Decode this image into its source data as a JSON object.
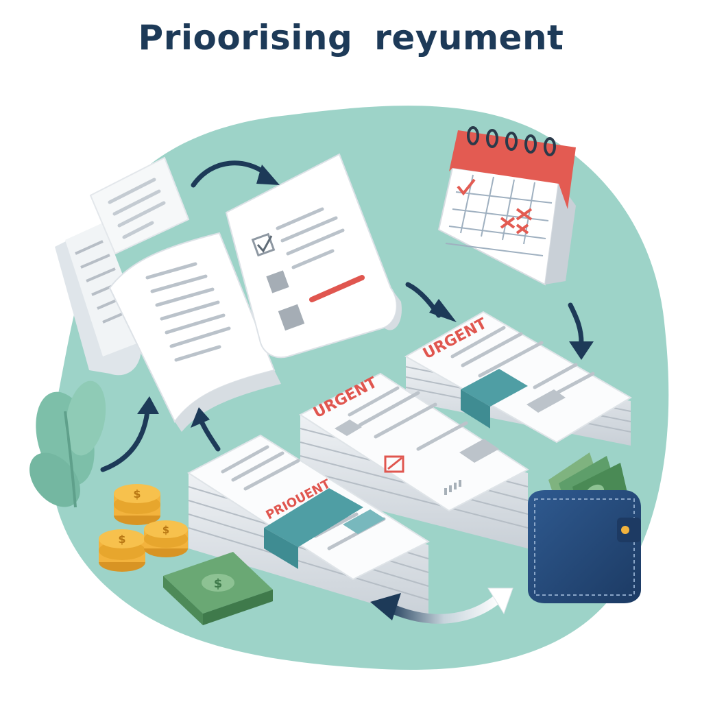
{
  "title": "Prioorising reyument",
  "labels": {
    "stack_back": "URGENT",
    "stack_middle": "URGENT",
    "stack_front": "PRIOUENT"
  },
  "icons": [
    "document-icon",
    "receipt-icon",
    "checklist-icon",
    "calendar-icon",
    "arrow-icon",
    "coins-icon",
    "cash-icon",
    "wallet-icon",
    "plant-icon"
  ],
  "colors": {
    "title": "#1d3a58",
    "blob": "#9dd3c8",
    "blob_shadow": "#8cc6bb",
    "arrow": "#1d3a58",
    "stamp_red": "#e0564f",
    "band_teal": "#4f9ea4",
    "calendar_red": "#e35b52",
    "coin_gold": "#f3b33d",
    "cash_green": "#5e9e6a",
    "wallet_navy": "#264a7a"
  }
}
